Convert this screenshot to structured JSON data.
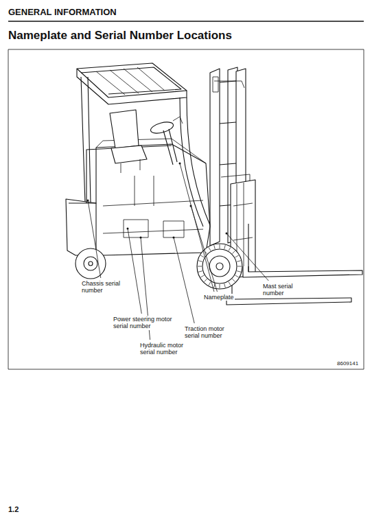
{
  "diagram": {
    "title": "Nameplate and Serial Number Locations",
    "labels": [
      "GENERAL INFORMATION",
      "Chassis serial number",
      "Nameplate",
      "Mast serial number",
      "Power steering motor serial number",
      "Traction motor serial number",
      "Hydraulic motor serial number",
      "8609141",
      "1.2"
    ]
  }
}
